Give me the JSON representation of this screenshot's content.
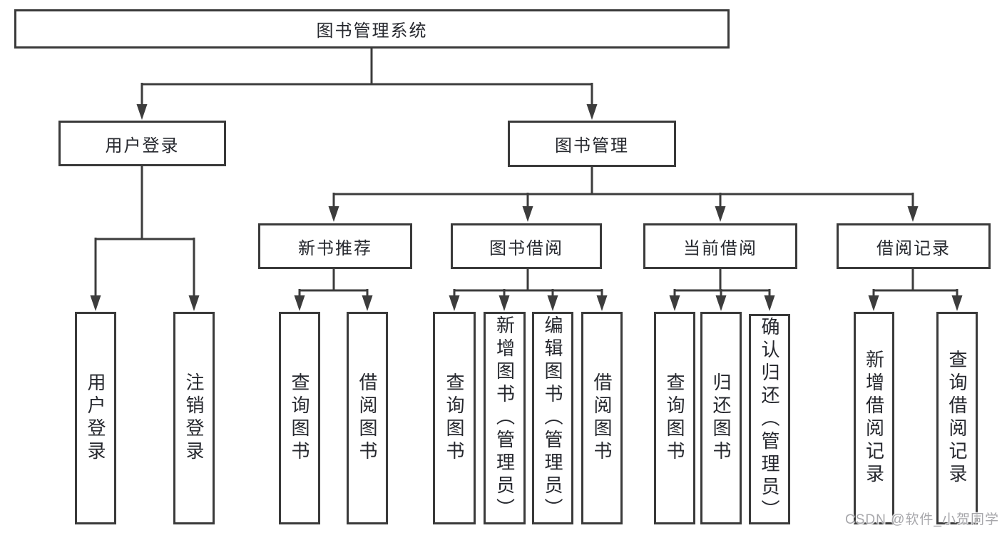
{
  "diagram": {
    "type": "hierarchy-tree",
    "colors": {
      "line": "#3c3c3c",
      "border": "#3a3a3a",
      "text": "#26282e",
      "background": "#ffffff",
      "watermark": "#a7a7ab"
    },
    "tree": {
      "label": "图书管理系统",
      "children": [
        {
          "label": "用户登录",
          "children": [
            {
              "label": "用户登录"
            },
            {
              "label": "注销登录"
            }
          ]
        },
        {
          "label": "图书管理",
          "children": [
            {
              "label": "新书推荐",
              "children": [
                {
                  "label": "查询图书"
                },
                {
                  "label": "借阅图书"
                }
              ]
            },
            {
              "label": "图书借阅",
              "children": [
                {
                  "label": "查询图书"
                },
                {
                  "label": "新增图书（管理员）"
                },
                {
                  "label": "编辑图书（管理员）"
                },
                {
                  "label": "借阅图书"
                }
              ]
            },
            {
              "label": "当前借阅",
              "children": [
                {
                  "label": "查询图书"
                },
                {
                  "label": "归还图书"
                },
                {
                  "label": "确认归还（管理员）"
                }
              ]
            },
            {
              "label": "借阅记录",
              "children": [
                {
                  "label": "新增借阅记录"
                },
                {
                  "label": "查询借阅记录"
                }
              ]
            }
          ]
        }
      ]
    },
    "watermark": {
      "text": "CSDN @软件_小贺同学"
    }
  }
}
